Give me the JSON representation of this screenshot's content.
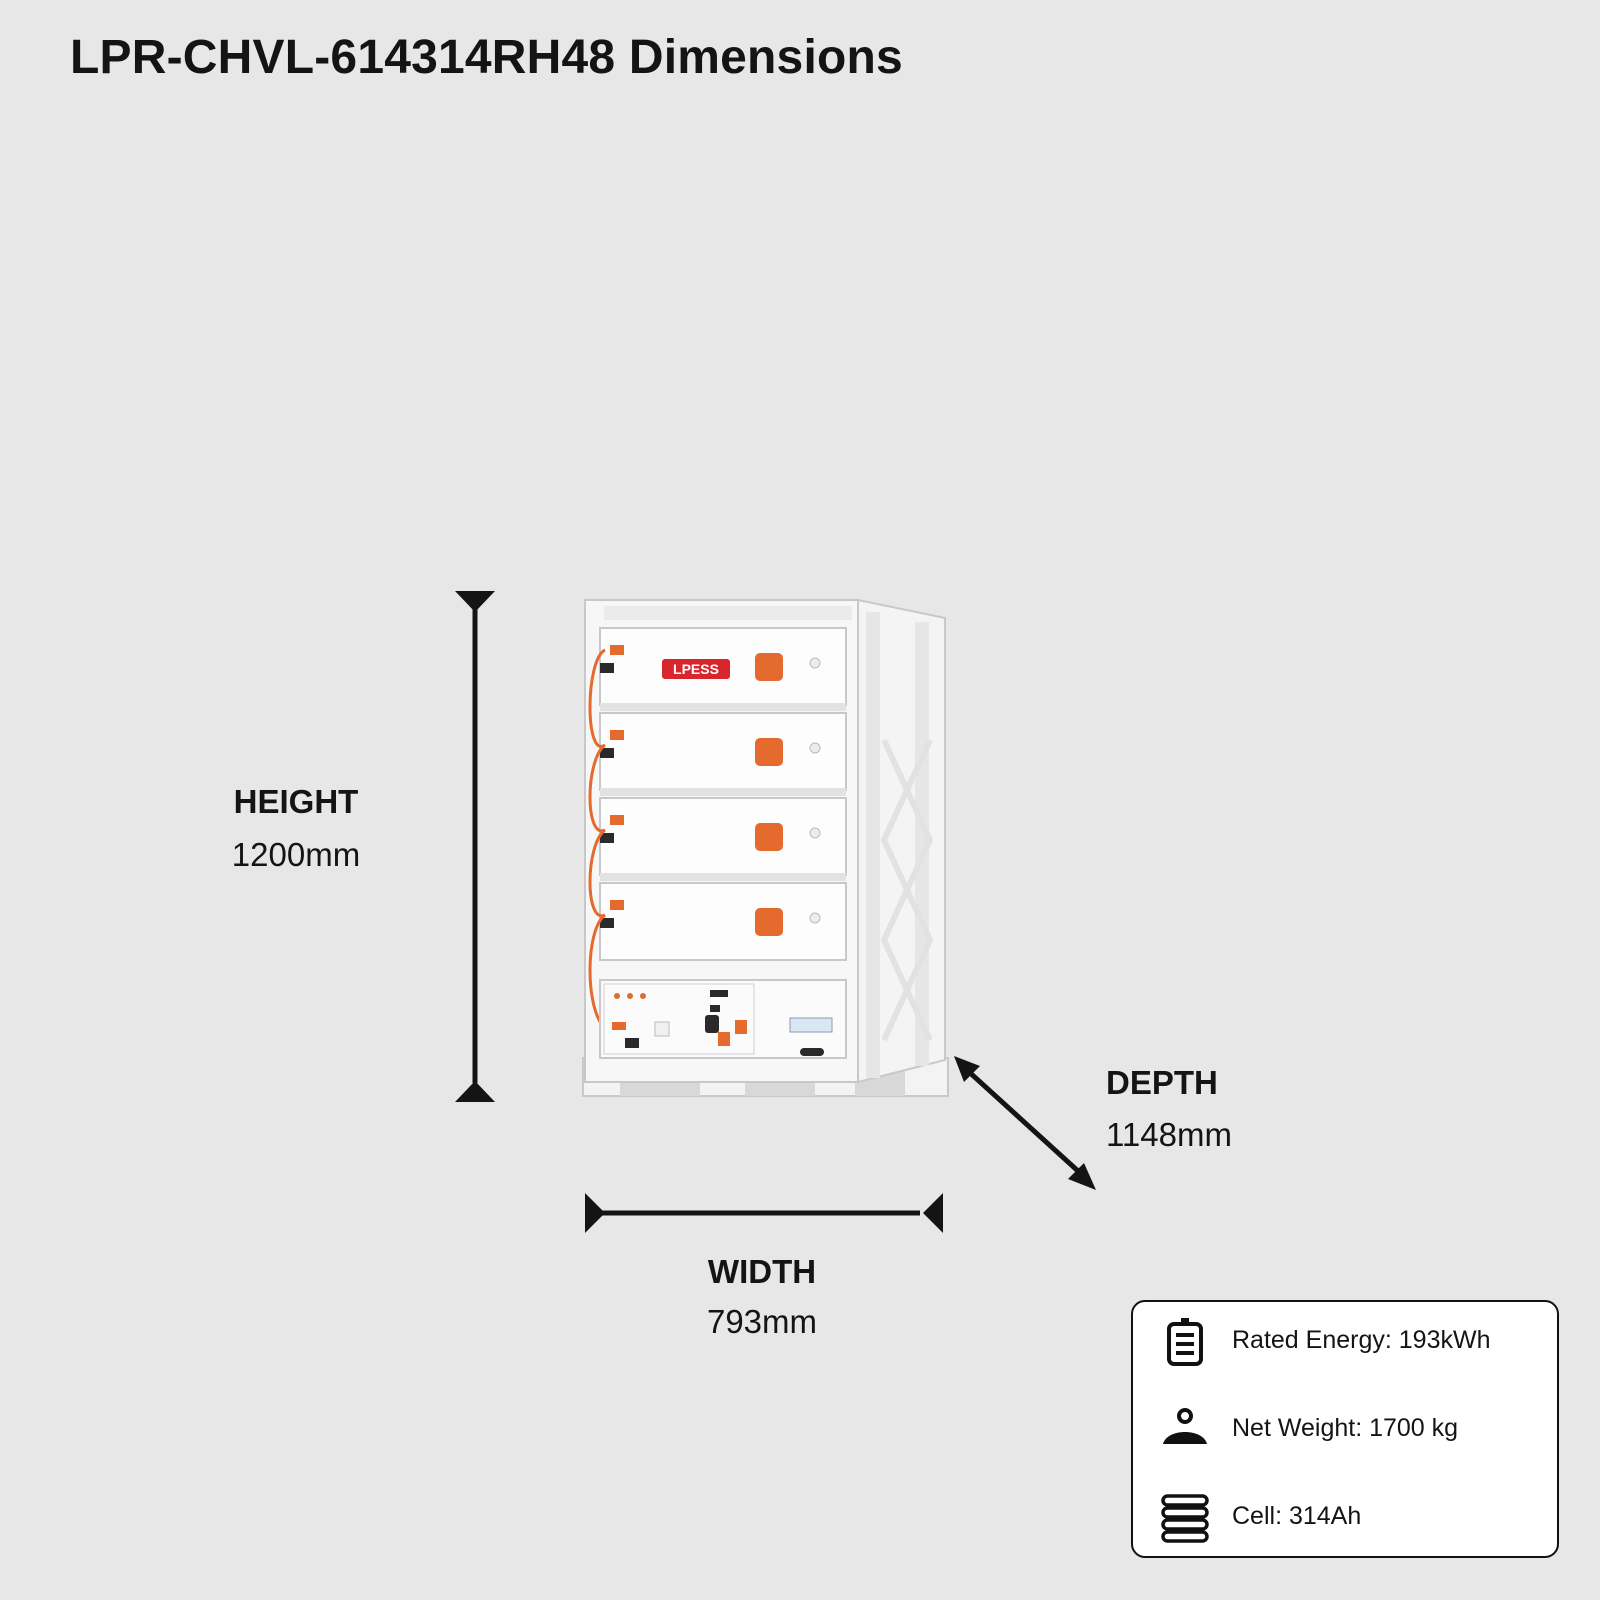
{
  "title": "LPR-CHVL-614314RH48 Dimensions",
  "logo_text": "LPESS",
  "dimensions": {
    "height": {
      "label": "HEIGHT",
      "value": "1200mm"
    },
    "width": {
      "label": "WIDTH",
      "value": "793mm"
    },
    "depth": {
      "label": "DEPTH",
      "value": "1148mm"
    }
  },
  "specs": [
    {
      "icon": "battery-icon",
      "text": "Rated Energy: 193kWh"
    },
    {
      "icon": "weight-icon",
      "text": "Net Weight: 1700 kg"
    },
    {
      "icon": "cell-stack-icon",
      "text": "Cell: 314Ah"
    }
  ],
  "colors": {
    "background": "#e7e7e7",
    "accent_orange": "#e46a2e",
    "logo_red": "#d8262c",
    "line": "#141414"
  }
}
